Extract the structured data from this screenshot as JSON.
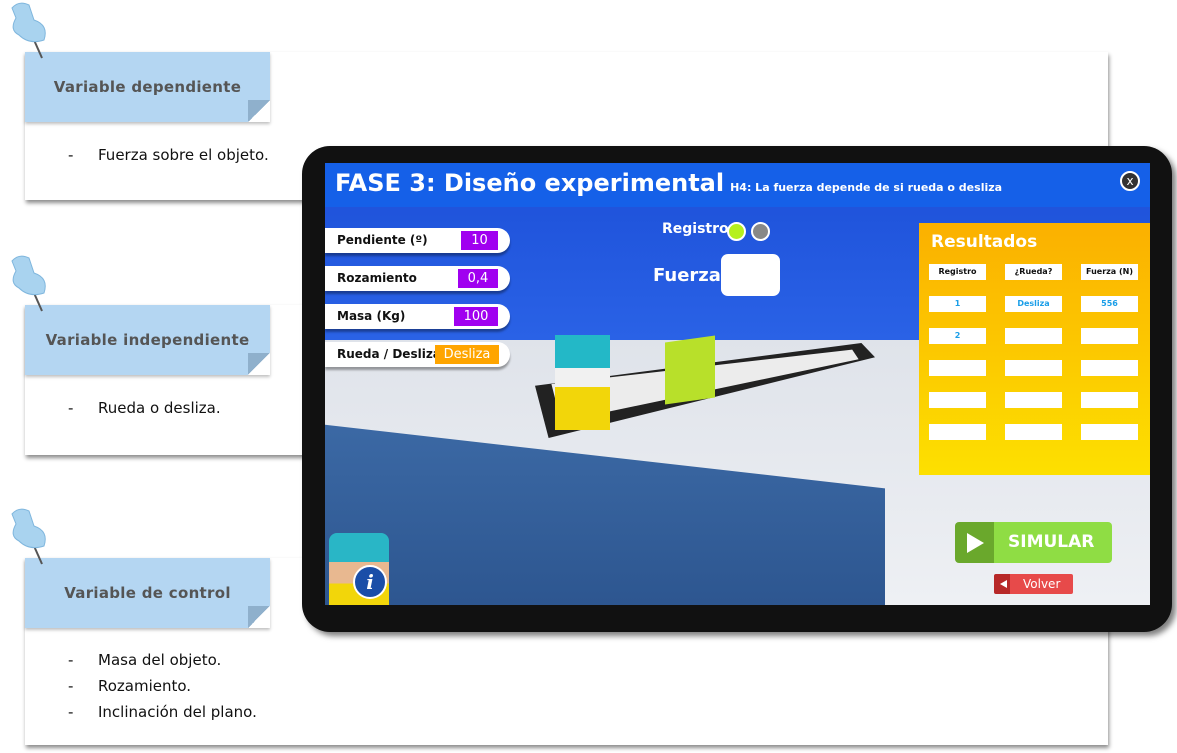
{
  "cards": [
    {
      "title": "Variable dependiente",
      "items": [
        "Fuerza sobre el objeto."
      ]
    },
    {
      "title": "Variable independiente",
      "items": [
        "Rueda o desliza."
      ]
    },
    {
      "title": "Variable de control",
      "items": [
        "Masa del objeto.",
        "Rozamiento.",
        "Inclinación del plano."
      ]
    }
  ],
  "dash": "-",
  "sim": {
    "title": "FASE 3: Diseño experimental",
    "subtitle": "H4: La fuerza depende de si rueda o desliza",
    "close": "x",
    "params": [
      {
        "label": "Pendiente (º)",
        "value": "10",
        "color": "#a000f0"
      },
      {
        "label": "Rozamiento",
        "value": "0,4",
        "color": "#a000f0"
      },
      {
        "label": "Masa (Kg)",
        "value": "100",
        "color": "#a000f0"
      },
      {
        "label": "Rueda / Desliza",
        "value": "Desliza",
        "color": "#ffa500"
      }
    ],
    "registro_label": "Registro",
    "registro_dots": [
      "#b6f01e",
      "#888888"
    ],
    "fuerza_label": "Fuerza",
    "fuerza_value": "",
    "results": {
      "title": "Resultados",
      "headers": [
        "Registro",
        "¿Rueda?",
        "Fuerza (N)"
      ],
      "rows": [
        [
          "1",
          "Desliza",
          "556"
        ],
        [
          "2",
          "",
          ""
        ],
        [
          "",
          "",
          ""
        ],
        [
          "",
          "",
          ""
        ],
        [
          "",
          "",
          ""
        ]
      ]
    },
    "simulate": "SIMULAR",
    "back": "Volver",
    "info": "i"
  }
}
